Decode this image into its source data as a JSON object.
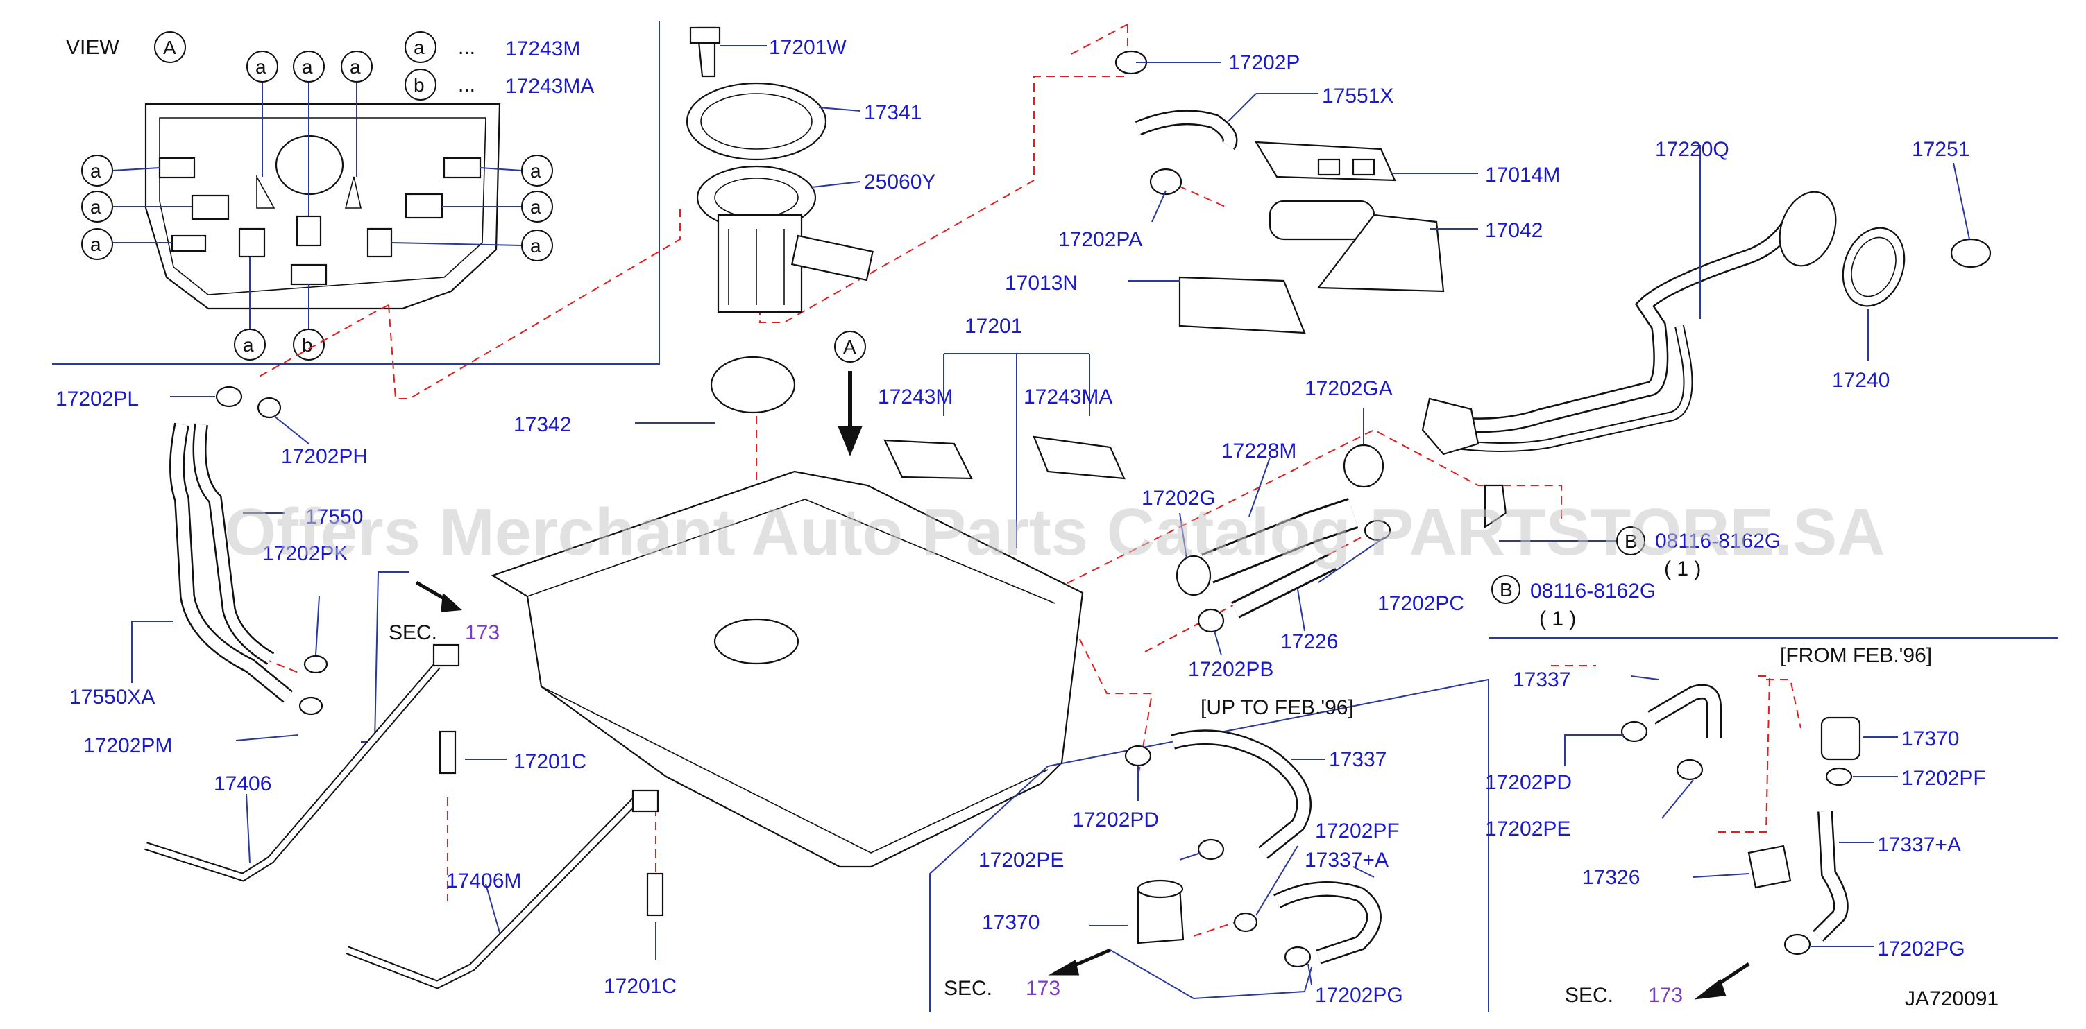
{
  "diagram": {
    "view_title": "VIEW",
    "view_ref": "A",
    "legend": [
      {
        "mark": "a",
        "dots": "...",
        "part": "17243M"
      },
      {
        "mark": "b",
        "dots": "...",
        "part": "17243MA"
      }
    ],
    "labels": {
      "p17201W": "17201W",
      "p17341": "17341",
      "p25060Y": "25060Y",
      "p17202P": "17202P",
      "p17551X": "17551X",
      "p17014M": "17014M",
      "p17202PA": "17202PA",
      "p17042": "17042",
      "p17013N": "17013N",
      "p17220Q": "17220Q",
      "p17251": "17251",
      "p17240": "17240",
      "p17201": "17201",
      "p17243M": "17243M",
      "p17243MA": "17243MA",
      "p17342": "17342",
      "pA": "A",
      "p17202PL": "17202PL",
      "p17202PH": "17202PH",
      "p17550": "17550",
      "p17202PK": "17202PK",
      "p17550XA": "17550XA",
      "p17202PM": "17202PM",
      "sec1": "SEC.",
      "sec1num": "173",
      "p17201C_1": "17201C",
      "p17406": "17406",
      "p17406M": "17406M",
      "p17201C_2": "17201C",
      "p17202GA": "17202GA",
      "p17228M": "17228M",
      "p17202G": "17202G",
      "p17202PC": "17202PC",
      "p17226": "17226",
      "p17202PB": "17202PB",
      "bolt_b1_mark": "B",
      "bolt_b1": "08116-8162G",
      "bolt_b1_qty": "( 1 )",
      "bolt_b2_mark": "B",
      "bolt_b2": "08116-8162G",
      "bolt_b2_qty": "( 1 )",
      "up_to": "[UP   TO   FEB.'96]",
      "from": "[FROM   FEB.'96]",
      "p17337_a": "17337",
      "p17202PD_a": "17202PD",
      "p17202PE_a": "17202PE",
      "p17202PF_a": "17202PF",
      "p17337A_a": "17337+A",
      "p17370_a": "17370",
      "sec2": "SEC.",
      "sec2num": "173",
      "p17202PG_a": "17202PG",
      "p17337_b": "17337",
      "p17370_b": "17370",
      "p17202PD_b": "17202PD",
      "p17202PF_b": "17202PF",
      "p17202PE_b": "17202PE",
      "p17337A_b": "17337+A",
      "p17326": "17326",
      "p17202PG_b": "17202PG",
      "sec3": "SEC.",
      "sec3num": "173",
      "code": "JA720091"
    },
    "view_callouts_a": "a",
    "view_callouts_b": "b",
    "watermark": "Offers Merchant Auto Parts Catalog PARTSTORE.SA",
    "colors": {
      "label": "#1a1acc",
      "leader": "#2a3a9a",
      "dashed": "#e02020",
      "sec_number": "#7a3cc4",
      "line_art": "#111111"
    }
  }
}
